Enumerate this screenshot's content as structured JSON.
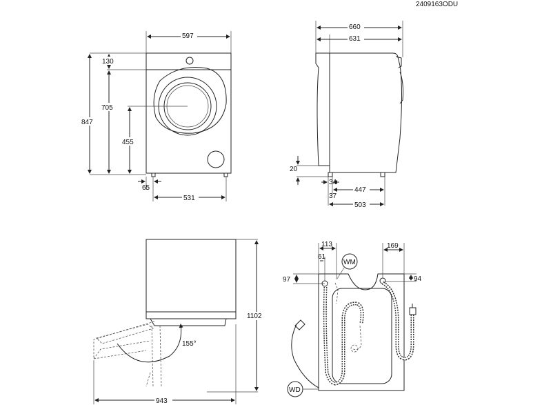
{
  "doc_code": "2409163ODU",
  "front_view": {
    "width": "597",
    "height_total": "847",
    "top_offset": "130",
    "height_door_top": "705",
    "height_door_center": "455",
    "foot_inset": "65",
    "foot_span": "531"
  },
  "side_view": {
    "depth_total": "660",
    "depth_body": "631",
    "foot_height": "20",
    "foot_front": "34",
    "foot_span": "447",
    "foot_back": "37",
    "depth_base": "503"
  },
  "door_view": {
    "total_height": "1102",
    "door_angle": "155°",
    "total_depth": "943"
  },
  "rear_view": {
    "inlet_offset": "113",
    "inlet_hole": "61",
    "drain_offset": "169",
    "inlet_height": "97",
    "drain_height": "94",
    "water_mark": "WM",
    "drain_mark": "WD"
  }
}
